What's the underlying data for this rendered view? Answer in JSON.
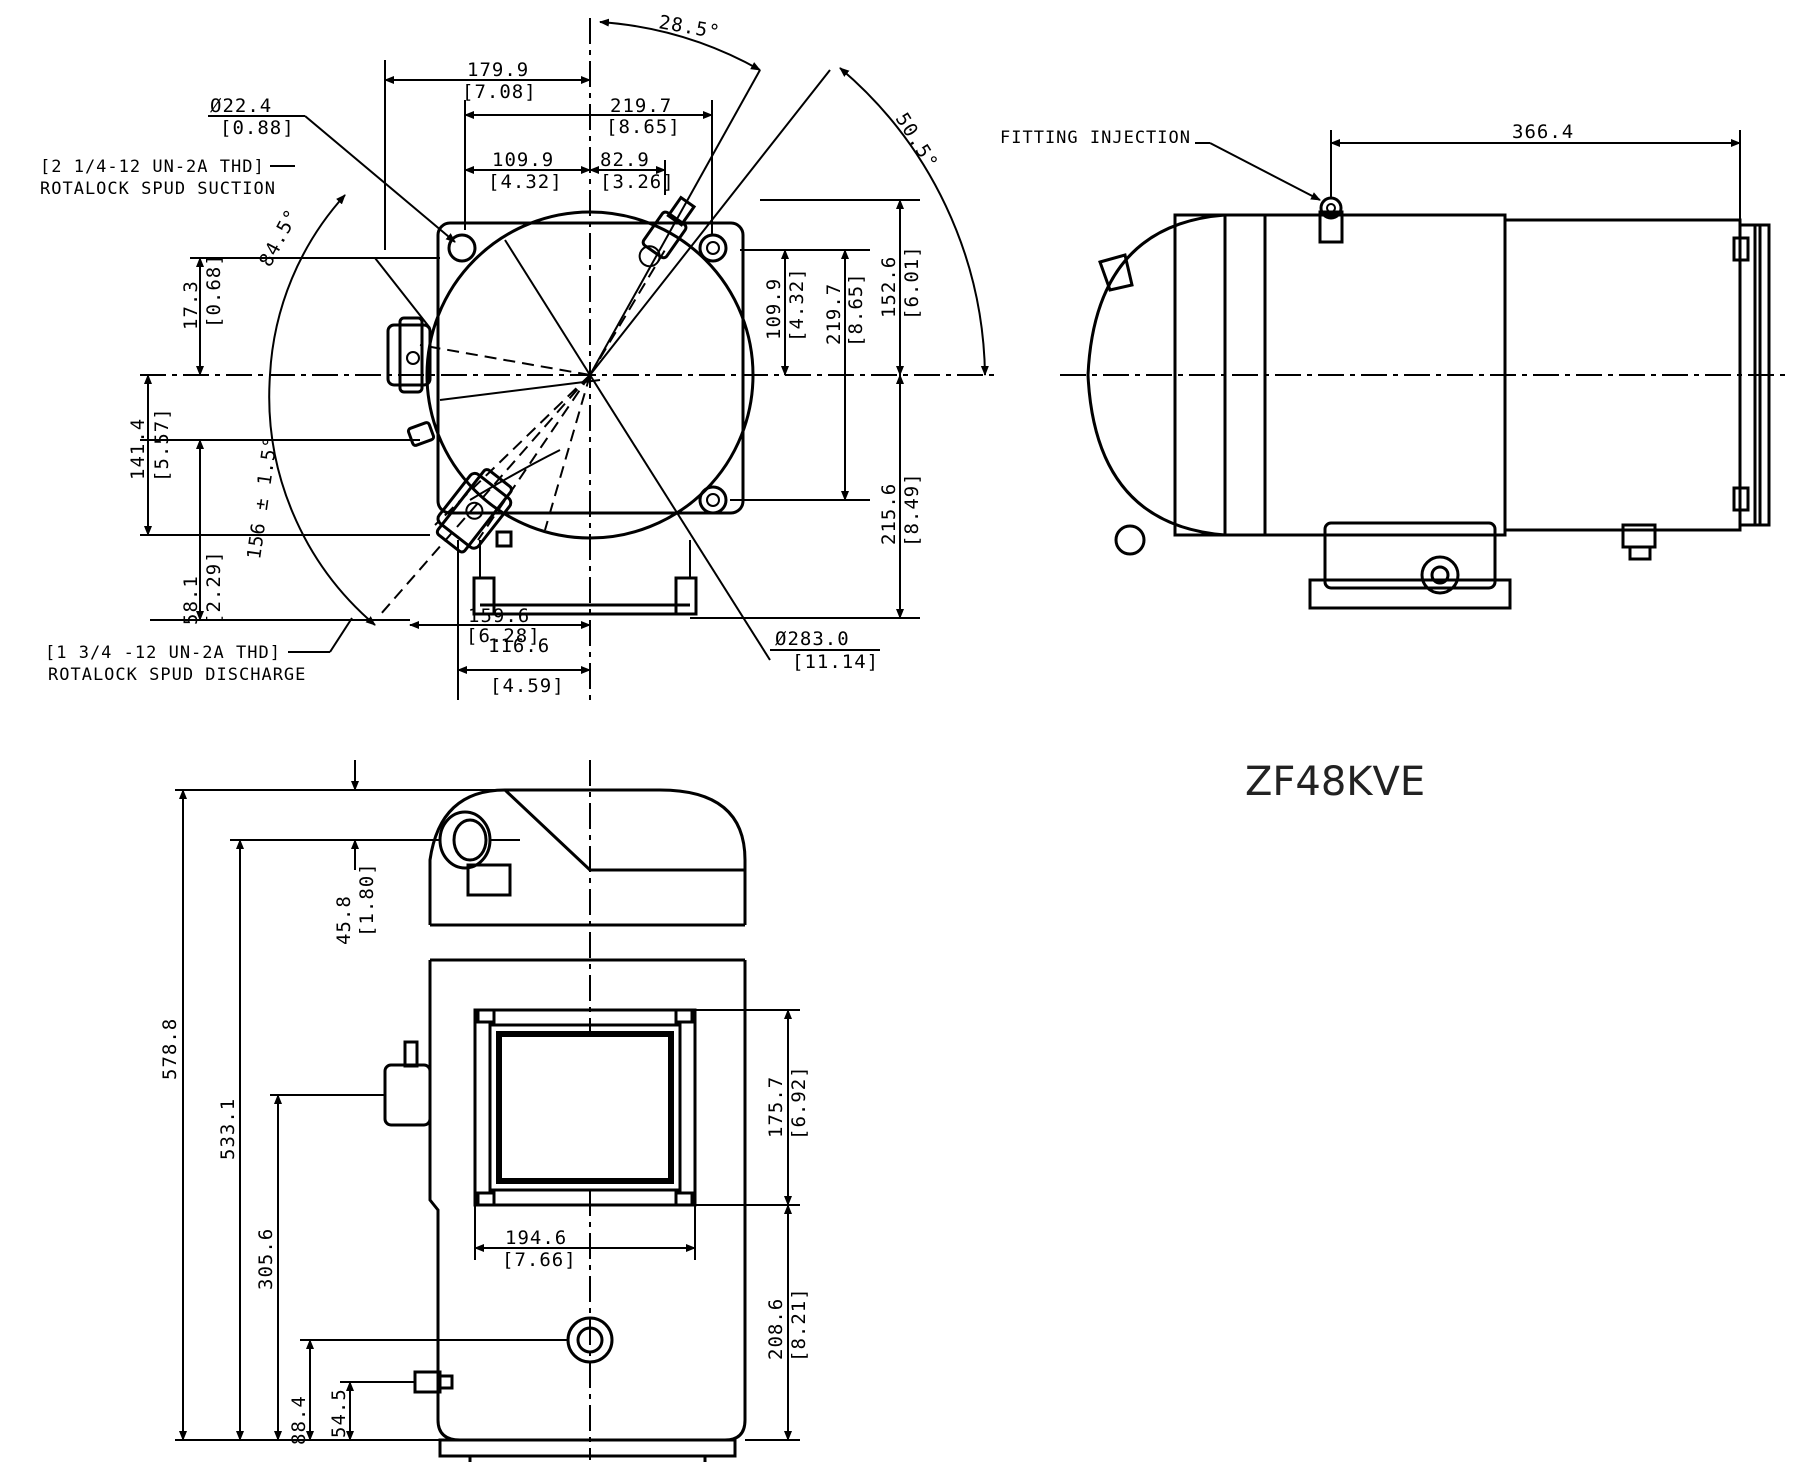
{
  "model": "ZF48KVE",
  "top_view": {
    "angle_top": "28.5°",
    "angle_right": "50.5°",
    "angle_left": "84.5°",
    "angle_discharge": "156 ± 1.5°",
    "d1799": "179.9",
    "d1799_in": "[7.08]",
    "d2197": "219.7",
    "d2197_in": "[8.65]",
    "d1099": "109.9",
    "d1099_in": "[4.32]",
    "d829": "82.9",
    "d829_in": "[3.26]",
    "dia224": "Ø22.4",
    "dia224_in": "[0.88]",
    "suction_1": "[2 1/4-12 UN-2A THD]",
    "suction_2": "ROTALOCK SPUD SUCTION",
    "d173": "17.3",
    "d173_in": "[0.68]",
    "d1414": "141.4",
    "d1414_in": "[5.57]",
    "d581": "58.1",
    "d581_in": "[2.29]",
    "r1099": "109.9",
    "r1099_in": "[4.32]",
    "r2197": "219.7",
    "r2197_in": "[8.65]",
    "r1526": "152.6",
    "r1526_in": "[6.01]",
    "r2156": "215.6",
    "r2156_in": "[8.49]",
    "d1596": "159.6",
    "d1596_in": "[6.28]",
    "d1166": "116.6",
    "d1166_in": "[4.59]",
    "dia283": "Ø283.0",
    "dia283_in": "[11.14]",
    "discharge_1": "[1 3/4 -12 UN-2A THD]",
    "discharge_2": "ROTALOCK SPUD DISCHARGE"
  },
  "side_view": {
    "fitting": "FITTING INJECTION",
    "d3664": "366.4"
  },
  "front_view": {
    "h5788": "578.8",
    "h5331": "533.1",
    "h3056": "305.6",
    "h884": "88.4",
    "h545": "54.5",
    "h458": "45.8",
    "h458_in": "[1.80]",
    "h1757": "175.7",
    "h1757_in": "[6.92]",
    "h2086": "208.6",
    "h2086_in": "[8.21]",
    "w1946": "194.6",
    "w1946_in": "[7.66]"
  }
}
